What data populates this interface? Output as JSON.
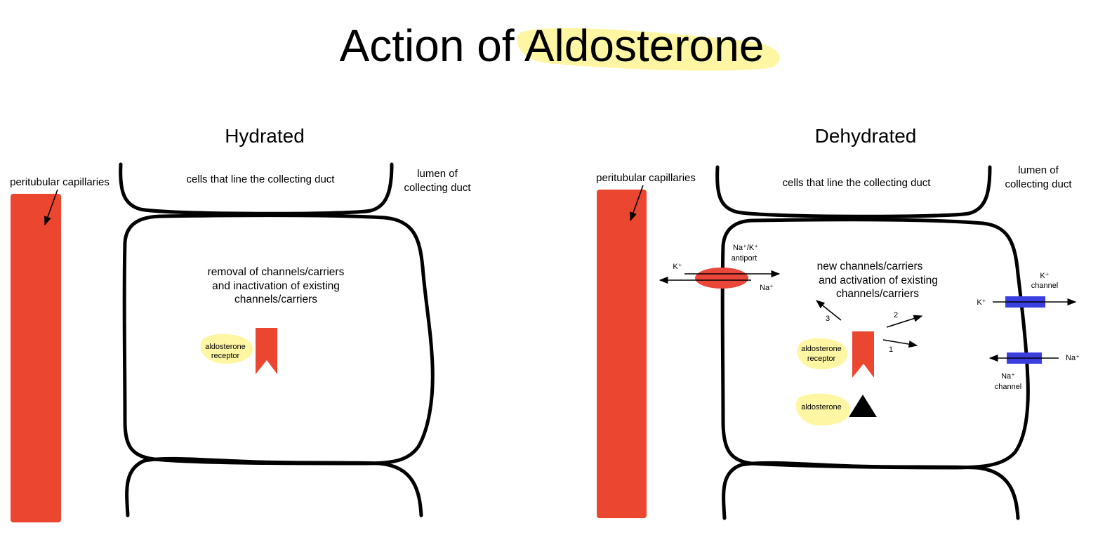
{
  "title": {
    "prefix": "Action of ",
    "highlight": "Aldosterone"
  },
  "colors": {
    "capillary": "#EA4630",
    "receptor": "#EA4630",
    "highlight": "#FFF6A3",
    "channel": "#3B3FE0",
    "antiport": "#E8473A"
  },
  "hydrated": {
    "heading": "Hydrated",
    "capillaries_label": "peritubular capillaries",
    "cells_label": "cells that line the collecting duct",
    "lumen_label": [
      "lumen of",
      "collecting duct"
    ],
    "description": [
      "removal of channels/carriers",
      "and inactivation of existing",
      "channels/carriers"
    ],
    "receptor_label": [
      "aldosterone",
      "receptor"
    ]
  },
  "dehydrated": {
    "heading": "Dehydrated",
    "capillaries_label": "peritubular capillaries",
    "cells_label": "cells that line the collecting duct",
    "lumen_label": [
      "lumen of",
      "collecting duct"
    ],
    "description": [
      "new channels/carriers",
      "and activation of existing",
      "channels/carriers"
    ],
    "receptor_label": [
      "aldosterone",
      "receptor"
    ],
    "aldosterone_label": "aldosterone",
    "antiport": {
      "name": "Na⁺/K⁺",
      "sub": "antiport",
      "k": "K⁺",
      "na": "Na⁺"
    },
    "k_channel": {
      "ion": "K⁺",
      "name": "K⁺",
      "sub": "channel"
    },
    "na_channel": {
      "ion": "Na⁺",
      "name": "Na⁺",
      "sub": "channel"
    },
    "steps": [
      "1",
      "2",
      "3"
    ]
  }
}
